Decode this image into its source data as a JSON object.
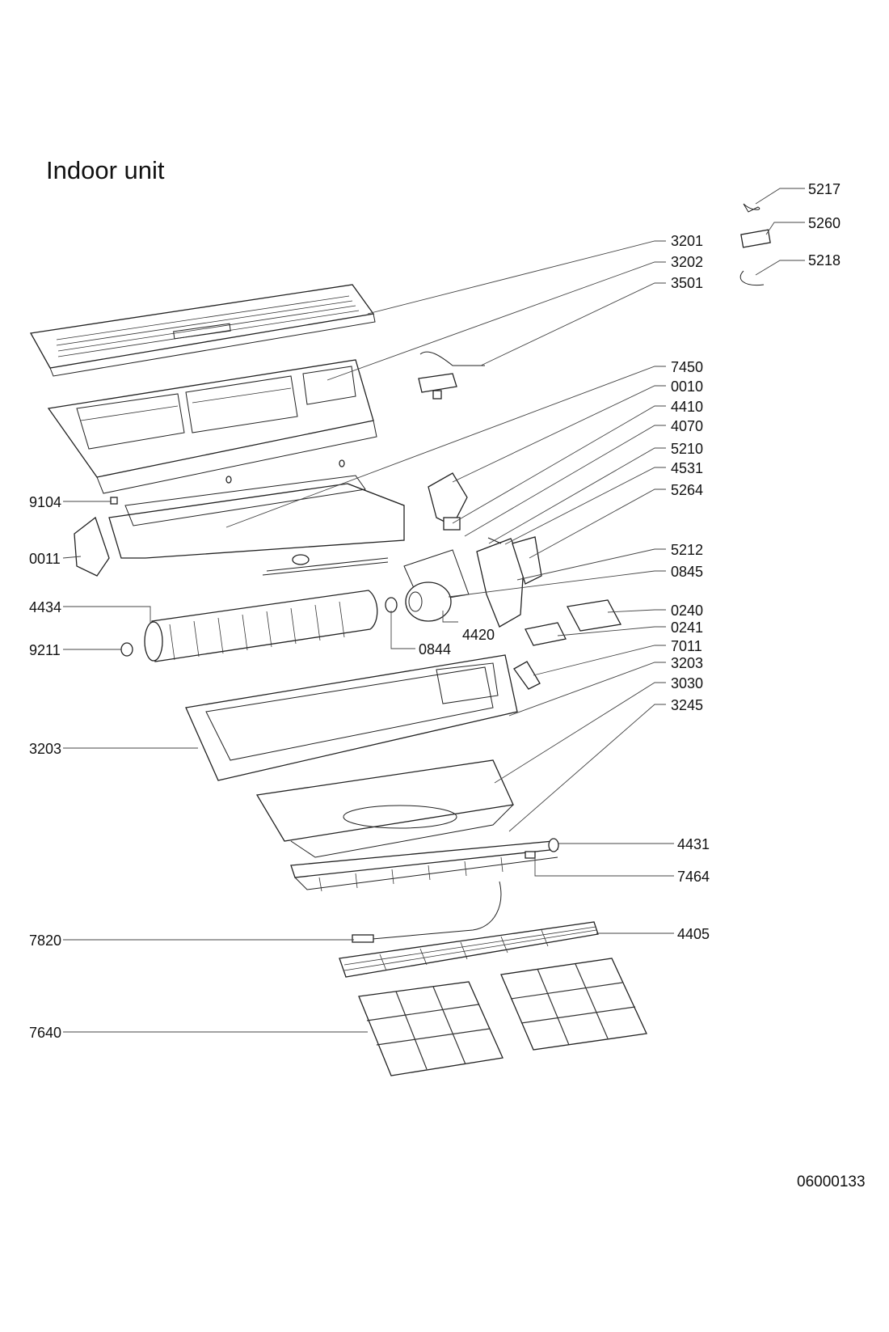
{
  "title": "Indoor unit",
  "document_number": "06000133",
  "callouts": [
    "5217",
    "5260",
    "3201",
    "5218",
    "3202",
    "3501",
    "7450",
    "0010",
    "4410",
    "4070",
    "5210",
    "4531",
    "5264",
    "9104",
    "0011",
    "5212",
    "0845",
    "4434",
    "0240",
    "4420",
    "0241",
    "9211",
    "0844",
    "7011",
    "3203",
    "3030",
    "3245",
    "3203",
    "4431",
    "7464",
    "7820",
    "4405",
    "7640"
  ]
}
